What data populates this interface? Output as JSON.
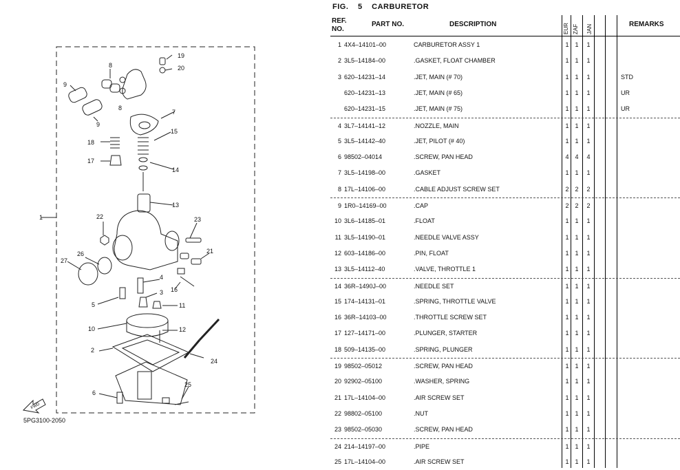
{
  "figure": {
    "label": "FIG.",
    "number": "5",
    "title": "CARBURETOR"
  },
  "diagram_code": "5PG3100-2050",
  "fwd_label": "FWD",
  "diagram_callouts": [
    "1",
    "2",
    "3",
    "4",
    "5",
    "6",
    "7",
    "8",
    "8",
    "9",
    "9",
    "10",
    "11",
    "12",
    "13",
    "14",
    "15",
    "16",
    "17",
    "18",
    "19",
    "20",
    "21",
    "22",
    "23",
    "24",
    "25",
    "26",
    "27"
  ],
  "table": {
    "headers": {
      "ref": "REF.",
      "ref2": "NO.",
      "part_no": "PART NO.",
      "description": "DESCRIPTION",
      "eur": "EUR",
      "zaf": "ZAF",
      "jan": "JAN",
      "remarks": "REMARKS"
    },
    "rows": [
      {
        "ref": "1",
        "part_no": "4X4–14101–00",
        "desc": "CARBURETOR ASSY 1",
        "eur": "1",
        "zaf": "1",
        "jan": "1",
        "remarks": "",
        "dash": false
      },
      {
        "ref": "2",
        "part_no": "3L5–14184–00",
        "desc": ".GASKET, FLOAT CHAMBER",
        "eur": "1",
        "zaf": "1",
        "jan": "1",
        "remarks": "",
        "dash": false
      },
      {
        "ref": "3",
        "part_no": "620–14231–14",
        "desc": ".JET, MAIN (# 70)",
        "eur": "1",
        "zaf": "1",
        "jan": "1",
        "remarks": "STD",
        "dash": false
      },
      {
        "ref": "",
        "part_no": "620–14231–13",
        "desc": ".JET, MAIN (# 65)",
        "eur": "1",
        "zaf": "1",
        "jan": "1",
        "remarks": "UR",
        "dash": false
      },
      {
        "ref": "",
        "part_no": "620–14231–15",
        "desc": ".JET, MAIN (# 75)",
        "eur": "1",
        "zaf": "1",
        "jan": "1",
        "remarks": "UR",
        "dash": false
      },
      {
        "ref": "4",
        "part_no": "3L7–14141–12",
        "desc": ".NOZZLE, MAIN",
        "eur": "1",
        "zaf": "1",
        "jan": "1",
        "remarks": "",
        "dash": true
      },
      {
        "ref": "5",
        "part_no": "3L5–14142–40",
        "desc": ".JET, PILOT (# 40)",
        "eur": "1",
        "zaf": "1",
        "jan": "1",
        "remarks": "",
        "dash": false
      },
      {
        "ref": "6",
        "part_no": "98502–04014",
        "desc": ".SCREW, PAN HEAD",
        "eur": "4",
        "zaf": "4",
        "jan": "4",
        "remarks": "",
        "dash": false
      },
      {
        "ref": "7",
        "part_no": "3L5–14198–00",
        "desc": ".GASKET",
        "eur": "1",
        "zaf": "1",
        "jan": "1",
        "remarks": "",
        "dash": false
      },
      {
        "ref": "8",
        "part_no": "17L–14106–00",
        "desc": ".CABLE ADJUST SCREW SET",
        "eur": "2",
        "zaf": "2",
        "jan": "2",
        "remarks": "",
        "dash": false
      },
      {
        "ref": "9",
        "part_no": "1R0–14169–00",
        "desc": ".CAP",
        "eur": "2",
        "zaf": "2",
        "jan": "2",
        "remarks": "",
        "dash": true
      },
      {
        "ref": "10",
        "part_no": "3L6–14185–01",
        "desc": ".FLOAT",
        "eur": "1",
        "zaf": "1",
        "jan": "1",
        "remarks": "",
        "dash": false
      },
      {
        "ref": "11",
        "part_no": "3L5–14190–01",
        "desc": ".NEEDLE VALVE ASSY",
        "eur": "1",
        "zaf": "1",
        "jan": "1",
        "remarks": "",
        "dash": false
      },
      {
        "ref": "12",
        "part_no": "603–14186–00",
        "desc": ".PIN, FLOAT",
        "eur": "1",
        "zaf": "1",
        "jan": "1",
        "remarks": "",
        "dash": false
      },
      {
        "ref": "13",
        "part_no": "3L5–14112–40",
        "desc": ".VALVE, THROTTLE 1",
        "eur": "1",
        "zaf": "1",
        "jan": "1",
        "remarks": "",
        "dash": false
      },
      {
        "ref": "14",
        "part_no": "36R–1490J–00",
        "desc": ".NEEDLE SET",
        "eur": "1",
        "zaf": "1",
        "jan": "1",
        "remarks": "",
        "dash": true
      },
      {
        "ref": "15",
        "part_no": "174–14131–01",
        "desc": ".SPRING, THROTTLE VALVE",
        "eur": "1",
        "zaf": "1",
        "jan": "1",
        "remarks": "",
        "dash": false
      },
      {
        "ref": "16",
        "part_no": "36R–14103–00",
        "desc": ".THROTTLE SCREW SET",
        "eur": "1",
        "zaf": "1",
        "jan": "1",
        "remarks": "",
        "dash": false
      },
      {
        "ref": "17",
        "part_no": "127–14171–00",
        "desc": ".PLUNGER, STARTER",
        "eur": "1",
        "zaf": "1",
        "jan": "1",
        "remarks": "",
        "dash": false
      },
      {
        "ref": "18",
        "part_no": "509–14135–00",
        "desc": ".SPRING, PLUNGER",
        "eur": "1",
        "zaf": "1",
        "jan": "1",
        "remarks": "",
        "dash": false
      },
      {
        "ref": "19",
        "part_no": "98502–05012",
        "desc": ".SCREW, PAN HEAD",
        "eur": "1",
        "zaf": "1",
        "jan": "1",
        "remarks": "",
        "dash": true
      },
      {
        "ref": "20",
        "part_no": "92902–05100",
        "desc": ".WASHER, SPRING",
        "eur": "1",
        "zaf": "1",
        "jan": "1",
        "remarks": "",
        "dash": false
      },
      {
        "ref": "21",
        "part_no": "17L–14104–00",
        "desc": ".AIR SCREW SET",
        "eur": "1",
        "zaf": "1",
        "jan": "1",
        "remarks": "",
        "dash": false
      },
      {
        "ref": "22",
        "part_no": "98802–05100",
        "desc": ".NUT",
        "eur": "1",
        "zaf": "1",
        "jan": "1",
        "remarks": "",
        "dash": false
      },
      {
        "ref": "23",
        "part_no": "98502–05030",
        "desc": ".SCREW, PAN HEAD",
        "eur": "1",
        "zaf": "1",
        "jan": "1",
        "remarks": "",
        "dash": false
      },
      {
        "ref": "24",
        "part_no": "214–14197–00",
        "desc": ".PIPE",
        "eur": "1",
        "zaf": "1",
        "jan": "1",
        "remarks": "",
        "dash": true
      },
      {
        "ref": "25",
        "part_no": "17L–14104–00",
        "desc": ".AIR SCREW SET",
        "eur": "1",
        "zaf": "1",
        "jan": "1",
        "remarks": "",
        "dash": false
      }
    ]
  }
}
